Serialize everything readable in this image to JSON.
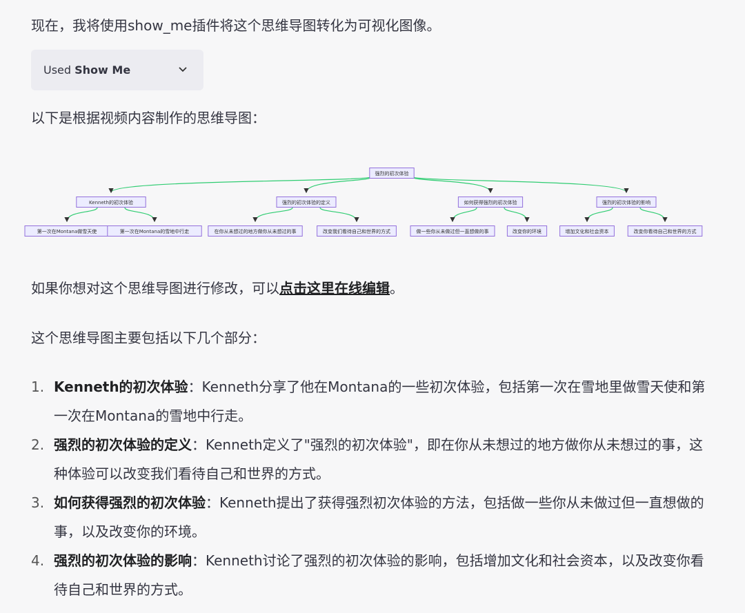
{
  "intro": "现在，我将使用show_me插件将这个思维导图转化为可视化图像。",
  "plugin": {
    "prefix": "Used ",
    "name": "Show Me"
  },
  "map_intro": "以下是根据视频内容制作的思维导图：",
  "mindmap": {
    "root": "强烈的初次体验",
    "children": [
      {
        "label": "Kenneth的初次体验",
        "children": [
          "第一次在Montana做雪天使",
          "第一次在Montana的雪地中行走"
        ]
      },
      {
        "label": "强烈的初次体验的定义",
        "children": [
          "在你从未想过的地方做你从未想过的事",
          "改变我们看待自己和世界的方式"
        ]
      },
      {
        "label": "如何获得强烈的初次体验",
        "children": [
          "做一些你从未做过但一直想做的事",
          "改变你的环境"
        ]
      },
      {
        "label": "强烈的初次体验的影响",
        "children": [
          "增加文化和社会资本",
          "改变你看待自己和世界的方式"
        ]
      }
    ],
    "colors": {
      "edge": "#2ecc71",
      "node_fill": "#ececff",
      "node_border": "#9370db"
    }
  },
  "edit": {
    "before": "如果你想对这个思维导图进行修改，可以",
    "link": "点击这里在线编辑",
    "after": "。"
  },
  "summary_intro": "这个思维导图主要包括以下几个部分：",
  "items": [
    {
      "n": "1.",
      "title": "Kenneth的初次体验",
      "text": "：Kenneth分享了他在Montana的一些初次体验，包括第一次在雪地里做雪天使和第一次在Montana的雪地中行走。"
    },
    {
      "n": "2.",
      "title": "强烈的初次体验的定义",
      "text": "：Kenneth定义了\"强烈的初次体验\"，即在你从未想过的地方做你从未想过的事，这种体验可以改变我们看待自己和世界的方式。"
    },
    {
      "n": "3.",
      "title": "如何获得强烈的初次体验",
      "text": "：Kenneth提出了获得强烈初次体验的方法，包括做一些你从未做过但一直想做的事，以及改变你的环境。"
    },
    {
      "n": "4.",
      "title": "强烈的初次体验的影响",
      "text": "：Kenneth讨论了强烈的初次体验的影响，包括增加文化和社会资本，以及改变你看待自己和世界的方式。"
    }
  ]
}
